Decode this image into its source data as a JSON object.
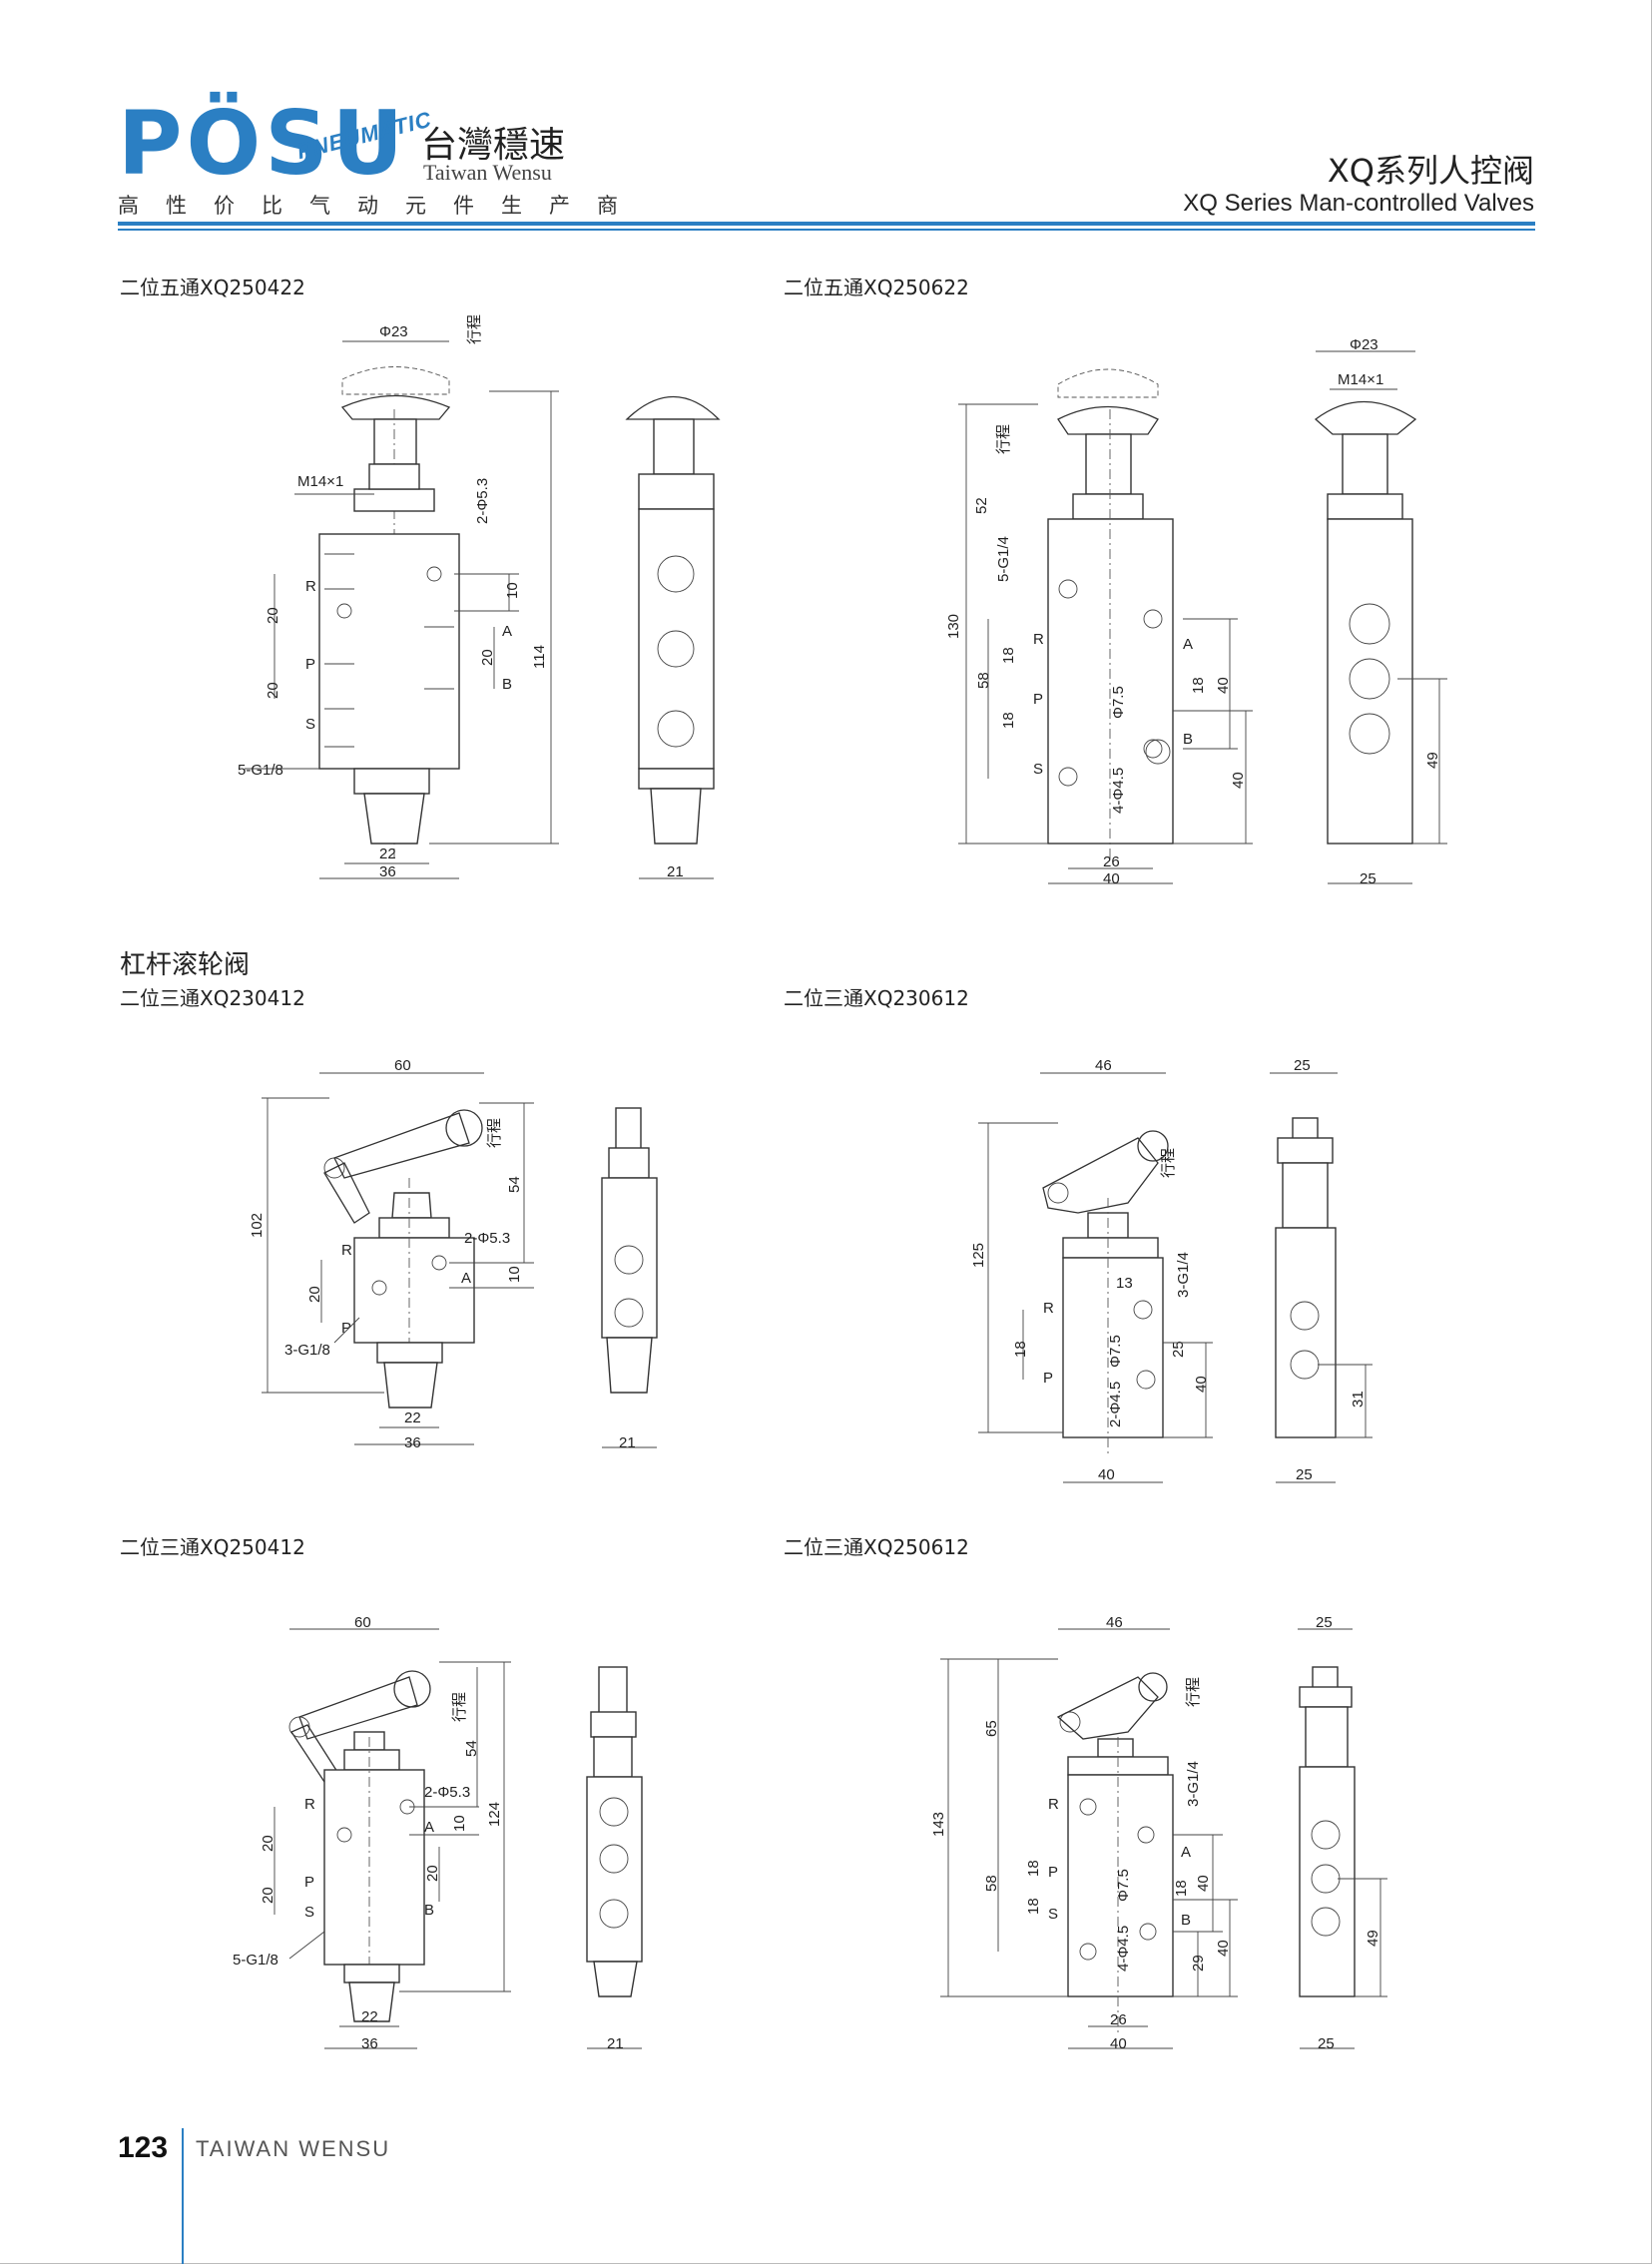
{
  "header": {
    "logo_text": "PÖSU",
    "logo_sub": "PNEUMATIC",
    "brand_cn": "台灣穩速",
    "brand_en": "Taiwan Wensu",
    "slogan": "高性价比气动元件生产商",
    "title_cn": "XQ系列人控阀",
    "title_en": "XQ Series Man-controlled Valves"
  },
  "sections": {
    "lever_roller": "杠杆滚轮阀"
  },
  "drawings": [
    {
      "caption": "二位五通XQ250422"
    },
    {
      "caption": "二位五通XQ250622"
    },
    {
      "caption": "二位三通XQ230412"
    },
    {
      "caption": "二位三通XQ230612"
    },
    {
      "caption": "二位三通XQ250412"
    },
    {
      "caption": "二位三通XQ250612"
    }
  ],
  "labels": {
    "stroke": "行程",
    "ports_R": "R",
    "ports_P": "P",
    "ports_S": "S",
    "ports_A": "A",
    "ports_B": "B",
    "d1": {
      "phi": "Φ23",
      "thread": "M14×1",
      "holes": "2-Φ5.3",
      "port": "5-G1/8",
      "v20a": "20",
      "v20b": "20",
      "v10": "10",
      "v20c": "20",
      "v114": "114",
      "w22": "22",
      "w36": "36",
      "w21": "21"
    },
    "d2": {
      "phi": "Φ23",
      "thread": "M14×1",
      "port": "5-G1/4",
      "phi75": "Φ7.5",
      "holes": "4-Φ4.5",
      "v52": "52",
      "v130": "130",
      "v58": "58",
      "v18a": "18",
      "v18b": "18",
      "v18c": "18",
      "v40a": "40",
      "v40b": "40",
      "v49": "49",
      "w26": "26",
      "w40": "40",
      "w25": "25"
    },
    "d3": {
      "w60": "60",
      "v102": "102",
      "v54": "54",
      "holes": "2-Φ5.3",
      "v10": "10",
      "v20": "20",
      "port": "3-G1/8",
      "w22": "22",
      "w36": "36",
      "w21": "21"
    },
    "d4": {
      "w46": "46",
      "w25top": "25",
      "v125": "125",
      "w13": "13",
      "port": "3-G1/4",
      "phi75": "Φ7.5",
      "holes": "2-Φ4.5",
      "v18": "18",
      "v25": "25",
      "v40": "40",
      "v31": "31",
      "w40": "40",
      "w25": "25"
    },
    "d5": {
      "w60": "60",
      "v54": "54",
      "v124": "124",
      "holes": "2-Φ5.3",
      "v10": "10",
      "v20a": "20",
      "v20b": "20",
      "v20c": "20",
      "port": "5-G1/8",
      "w22": "22",
      "w36": "36",
      "w21": "21"
    },
    "d6": {
      "w46": "46",
      "w25top": "25",
      "v65": "65",
      "v143": "143",
      "v58": "58",
      "v18a": "18",
      "v18b": "18",
      "v18c": "18",
      "port": "3-G1/4",
      "phi75": "Φ7.5",
      "holes": "4-Φ4.5",
      "v40a": "40",
      "v29": "29",
      "v40b": "40",
      "v49": "49",
      "w26": "26",
      "w40": "40",
      "w25": "25"
    }
  },
  "footer": {
    "page_number": "123",
    "company": "TAIWAN WENSU"
  }
}
